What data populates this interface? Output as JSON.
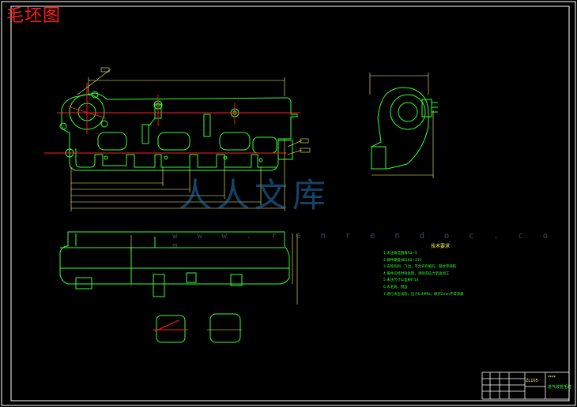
{
  "title": "毛坯图",
  "tech_notes": {
    "heading": "技术要求",
    "items": [
      "1.未注铸造圆角R3~5",
      "2.铸件硬度HB160~215",
      "3.去除毛刺、飞边，不允许有缩孔、裂纹等缺陷",
      "4.铸件应经时效处理，消除内应力后再加工",
      "5.未注尺寸公差按IT14",
      "6.去毛刺、锐边",
      "7.进行水压试验，压力0.4MPa，保持2min不得渗漏"
    ]
  },
  "title_block": {
    "drawing_no": "ZL105",
    "part_name": "进气歧管毛坯",
    "company": "****"
  },
  "watermark": {
    "brand": "人人文库",
    "url": "w w w . r e n r e n d o c . c o m"
  },
  "colors": {
    "background": "#000000",
    "frame": "#ffffff",
    "part_outline": "#33ff33",
    "center_line": "#ff2020",
    "dimension": "#ffff66",
    "title": "#ff1a1a"
  }
}
